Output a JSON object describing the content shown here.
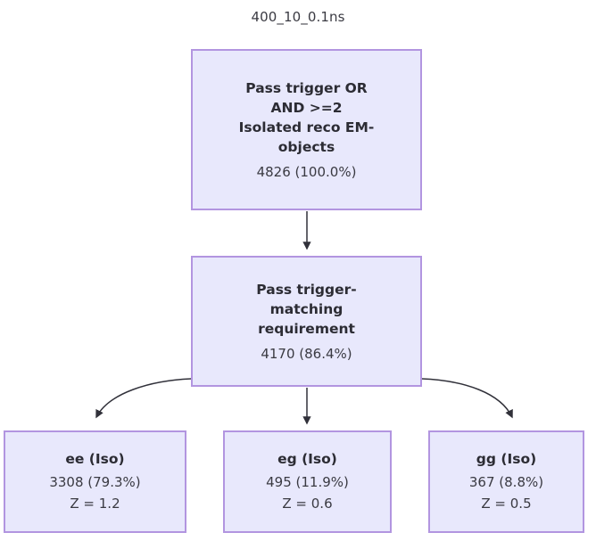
{
  "diagram": {
    "title": "400_10_0.1ns",
    "type": "flowchart",
    "node_fill_color": "#e8e8fc",
    "node_border_color": "#b295e0",
    "edge_color": "#31313a",
    "nodes": [
      {
        "id": "trigger-or",
        "label": "Pass trigger OR\nAND >=2\nIsolated reco EM-objects",
        "label_lines": [
          "Pass trigger OR",
          "AND >=2",
          "Isolated reco EM-",
          "objects"
        ],
        "stat": "4826 (100.0%)",
        "count": 4826,
        "percent": "100.0%"
      },
      {
        "id": "trigger-match",
        "label": "Pass trigger-matching requirement",
        "label_lines": [
          "Pass trigger-",
          "matching",
          "requirement"
        ],
        "stat": "4170 (86.4%)",
        "count": 4170,
        "percent": "86.4%"
      },
      {
        "id": "ee",
        "label": "ee (Iso)",
        "stat": "3308 (79.3%)",
        "count": 3308,
        "percent": "79.3%",
        "zval": "Z = 1.2"
      },
      {
        "id": "eg",
        "label": "eg (Iso)",
        "stat": "495 (11.9%)",
        "count": 495,
        "percent": "11.9%",
        "zval": "Z = 0.6"
      },
      {
        "id": "gg",
        "label": "gg (Iso)",
        "stat": "367 (8.8%)",
        "count": 367,
        "percent": "8.8%",
        "zval": "Z = 0.5"
      }
    ],
    "edges": [
      {
        "from": "trigger-or",
        "to": "trigger-match",
        "shape": "straight"
      },
      {
        "from": "trigger-match",
        "to": "ee",
        "shape": "curved-left"
      },
      {
        "from": "trigger-match",
        "to": "eg",
        "shape": "straight"
      },
      {
        "from": "trigger-match",
        "to": "gg",
        "shape": "curved-right"
      }
    ]
  }
}
